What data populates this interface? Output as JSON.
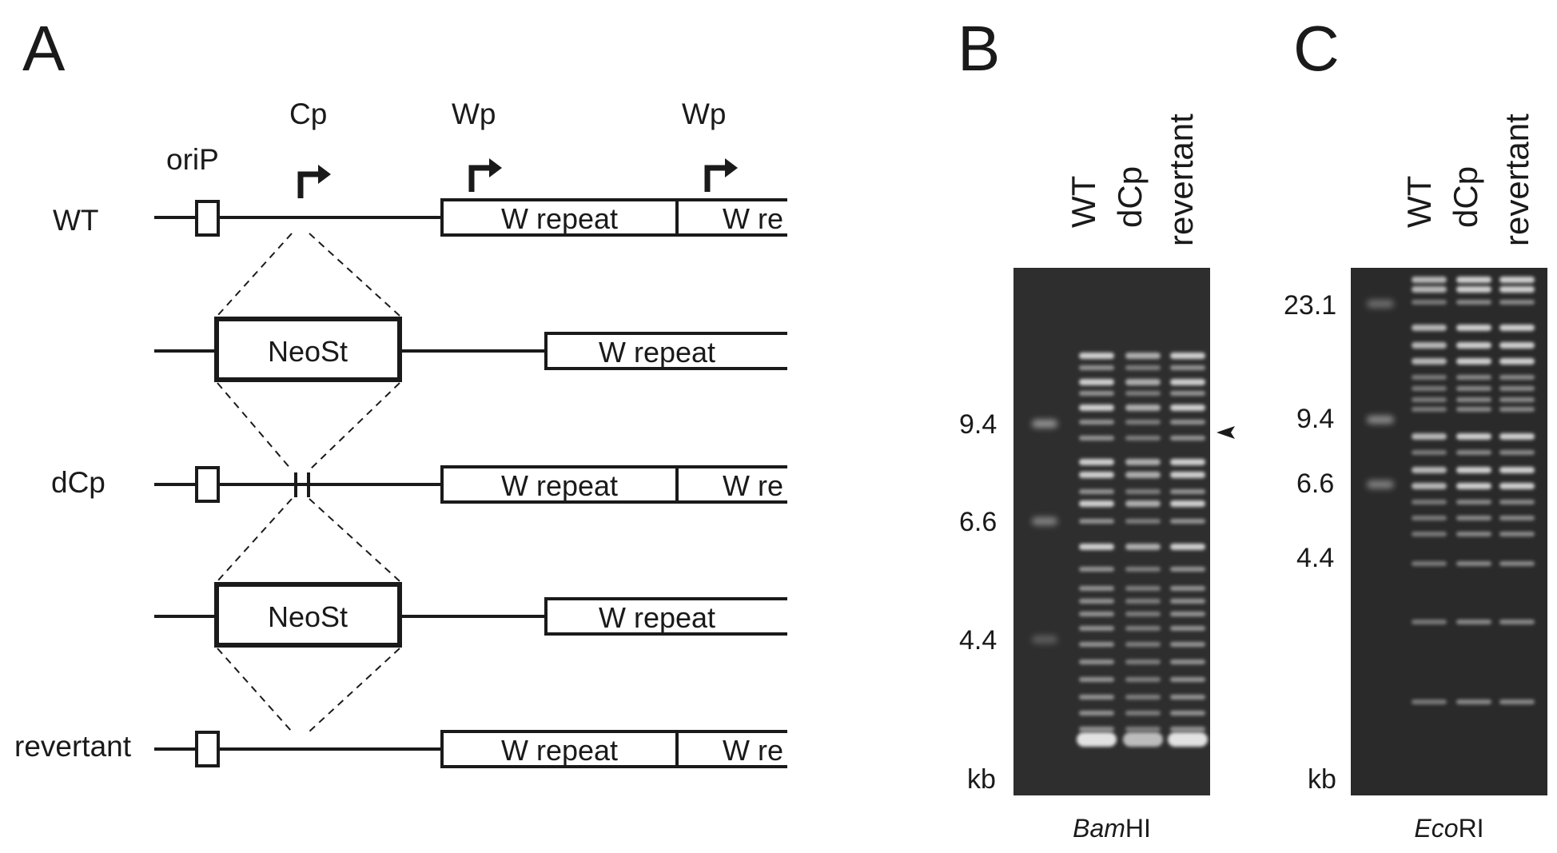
{
  "panels": {
    "a": "A",
    "b": "B",
    "c": "C"
  },
  "promoters": {
    "cp": "Cp",
    "wp1": "Wp",
    "wp2": "Wp"
  },
  "oriP": "oriP",
  "rows": {
    "wt": "WT",
    "dcp": "dCp",
    "revertant": "revertant"
  },
  "boxes": {
    "w_repeat": "W repeat",
    "w_repeat_cut": "W re",
    "neost": "NeoSt"
  },
  "gel_b": {
    "lanes": [
      "WT",
      "dCp",
      "revertant"
    ],
    "markers": [
      "9.4",
      "6.6",
      "4.4"
    ],
    "unit": "kb",
    "enzyme_italic": "Bam",
    "enzyme_rest": "HI"
  },
  "gel_c": {
    "lanes": [
      "WT",
      "dCp",
      "revertant"
    ],
    "markers": [
      "23.1",
      "9.4",
      "6.6",
      "4.4"
    ],
    "unit": "kb",
    "enzyme_italic": "Eco",
    "enzyme_rest": "RI"
  },
  "colors": {
    "ink": "#1a1a1a",
    "gel_bg": "#2e2e2e",
    "band": "#e8e8e8"
  }
}
